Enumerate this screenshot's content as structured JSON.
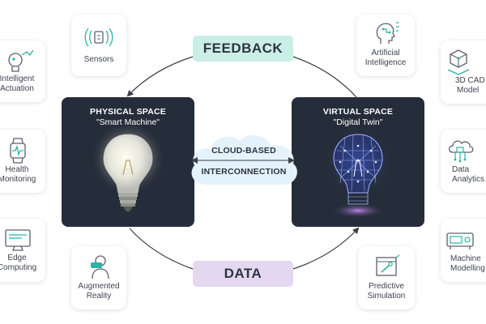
{
  "feedback_label": "FEEDBACK",
  "data_label": "DATA",
  "physical": {
    "title": "PHYSICAL SPACE",
    "subtitle": "\"Smart Machine\""
  },
  "virtual": {
    "title": "VIRTUAL SPACE",
    "subtitle": "\"Digital Twin\""
  },
  "cloud": {
    "line1": "CLOUD-BASED",
    "line2": "INTERCONNECTION"
  },
  "left_cards": [
    {
      "line1": "Intelligent",
      "line2": "Actuation",
      "icon": "robot-head-icon"
    },
    {
      "line1": "Health",
      "line2": "Monitoring",
      "icon": "smartwatch-icon"
    },
    {
      "line1": "Edge",
      "line2": "Computing",
      "icon": "monitor-icon"
    }
  ],
  "center_top_card": {
    "line1": "Sensors",
    "icon": "sensor-icon"
  },
  "center_bottom_card": {
    "line1": "Augmented",
    "line2": "Reality",
    "icon": "vr-headset-icon"
  },
  "right_inner_cards": [
    {
      "line1": "Artificial",
      "line2": "Intelligence",
      "icon": "ai-head-icon"
    },
    {
      "line1": "Predictive",
      "line2": "Simulation",
      "icon": "simulation-icon"
    }
  ],
  "right_cards": [
    {
      "line1": "3D CAD",
      "line2": "Model",
      "icon": "cube-icon"
    },
    {
      "line1": "Data",
      "line2": "Analytics",
      "icon": "cloud-chip-icon"
    },
    {
      "line1": "Machine",
      "line2": "Modelling",
      "icon": "machine-icon"
    }
  ],
  "colors": {
    "feedback_pill": "#c9efe6",
    "data_pill": "#e3d8f0",
    "panel": "#252d3a",
    "cloud": "#e4f2fb",
    "icon_teal": "#2bb3a3",
    "icon_gray": "#59606d"
  }
}
